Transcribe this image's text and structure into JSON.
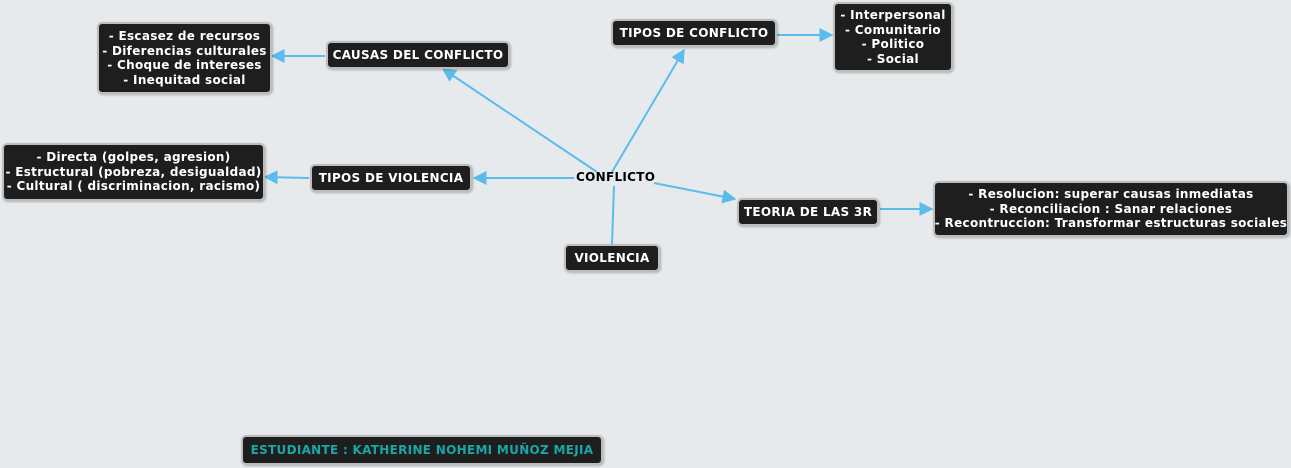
{
  "center": "CONFLICTO",
  "nodes": {
    "causas": "CAUSAS DEL CONFLICTO",
    "tipos_conflicto": "TIPOS DE CONFLICTO",
    "tipos_violencia": "TIPOS DE VIOLENCIA",
    "violencia": "VIOLENCIA",
    "teoria": "TEORIA DE LAS 3R"
  },
  "details": {
    "causas": [
      "- Escasez de recursos",
      "- Diferencias culturales",
      "- Choque de intereses",
      "- Inequitad social"
    ],
    "tipos_conflicto": [
      "- Interpersonal",
      "- Comunitario",
      "- Politico",
      "- Social"
    ],
    "tipos_violencia": [
      "- Directa (golpes, agresion)",
      "- Estructural (pobreza, desigualdad)",
      "- Cultural ( discriminacion, racismo)"
    ],
    "teoria": [
      "- Resolucion: superar causas inmediatas",
      "- Reconciliacion : Sanar relaciones",
      "- Recontruccion: Transformar estructuras sociales"
    ]
  },
  "footer": "ESTUDIANTE : KATHERINE NOHEMI MUÑOZ MEJIA",
  "colors": {
    "connector": "#5bbcec",
    "node_bg": "#1e1e1e",
    "footer_text": "#1aa7a7",
    "background": "#e6eaec"
  }
}
